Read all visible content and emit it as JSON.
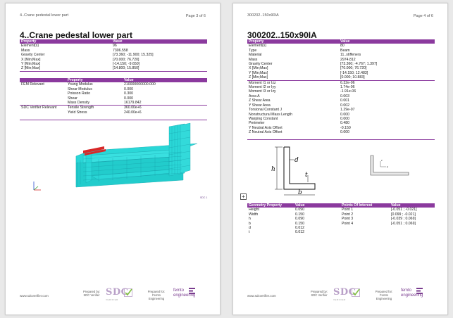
{
  "pages": [
    {
      "header_left": "4..Crane pedestal lower part",
      "header_right": "Page 3 of 6",
      "title": "4..Crane pedestal lower part",
      "table1": {
        "headers": [
          "Property",
          "Value"
        ],
        "rows": [
          [
            "Element(s)",
            "96"
          ],
          [
            "Mass",
            "7306.558"
          ],
          [
            "Gravity Center",
            "[73.360; -11.900; 15.325]"
          ],
          [
            "X [Min;Max]",
            "[70.000; 76.720]"
          ],
          [
            "Y [Min;Max]",
            "[-14.150; -9.650]"
          ],
          [
            "Z [Min;Max]",
            "[14.800; 15.850]"
          ]
        ]
      },
      "table2": {
        "headers": [
          "",
          "Property",
          "Value"
        ],
        "rows": [
          [
            "FEM Relevant",
            "Young Modulus",
            "210000000000.000"
          ],
          [
            "",
            "Shear Modulus",
            "0.000"
          ],
          [
            "",
            "Poisson Ratio",
            "0.300"
          ],
          [
            "",
            "Shear",
            "0.000"
          ],
          [
            "",
            "Mass Density",
            "16179.842"
          ],
          [
            "SDC Verifier Relevant",
            "Tensile Strength",
            "360.00e+6"
          ],
          [
            "",
            "Yield Stress",
            "240.00e+6"
          ]
        ]
      },
      "view_label": "SDC 1"
    },
    {
      "header_left": "300202..150x90IA",
      "header_right": "Page 4 of 6",
      "title": "300202..150x90IA",
      "table1": {
        "headers": [
          "Property",
          "Value"
        ],
        "rows": [
          [
            "Element(s)",
            "80"
          ],
          [
            "Type",
            "Beam"
          ],
          [
            "Material",
            "11..stiffeners"
          ],
          [
            "Mass",
            "2974.812"
          ],
          [
            "Gravity Center",
            "[73.360; -4.767; 1.397]"
          ],
          [
            "X [Min;Max]",
            "[70.000; 76.720]"
          ],
          [
            "Y [Min;Max]",
            "[-14.150; 12.483]"
          ],
          [
            "Z [Min;Max]",
            "[0.000; 10.883]"
          ],
          [
            "Moment I1 or Izz",
            "6.32e-06"
          ],
          [
            "Moment I2 or Iyy",
            "1.74e-06"
          ],
          [
            "Moment I3 or Izy",
            "-1.91e-06"
          ],
          [
            "Area A",
            "0.003"
          ],
          [
            "Z Shear Area",
            "0.001"
          ],
          [
            "Y Shear Area",
            "0.002"
          ],
          [
            "Torsional Constant J",
            "1.29e-07"
          ],
          [
            "Nonstructural Mass Length",
            "0.000"
          ],
          [
            "Warping Constant",
            "0.000"
          ],
          [
            "Perimeter",
            "0.480"
          ],
          [
            "Y Neutral Axis Offset",
            "-0.150"
          ],
          [
            "Z Neutral Axis Offset",
            "0.000"
          ]
        ]
      },
      "section_labels": {
        "h": "h",
        "d": "d",
        "t": "t",
        "b": "b"
      },
      "section_axes": [
        "z",
        "y"
      ],
      "table2": {
        "headers": [
          "Geometry Property",
          "Value",
          "Points Of Interest",
          "Value"
        ],
        "rows": [
          [
            "Height",
            "0.090",
            "Point 1",
            "[-0.051 ; -0.021]"
          ],
          [
            "Width",
            "0.150",
            "Point 2",
            "[0.099 ; -0.021]"
          ],
          [
            "h",
            "0.090",
            "Point 3",
            "[-0.039 ; 0.069]"
          ],
          [
            "b",
            "0.150",
            "Point 4",
            "[-0.051 ; 0.069]"
          ],
          [
            "d",
            "0.012",
            "",
            ""
          ],
          [
            "t",
            "0.012",
            "",
            ""
          ]
        ]
      },
      "expand_symbol": "+"
    }
  ],
  "footer": {
    "url": "www.sdcverifier.com",
    "prepared_by": "Prepared by:",
    "prepared_by_name": "SDC Verifier",
    "sdc_logo": "SDC",
    "sdc_sub": "VERIFIER",
    "prepared_for": "Prepared for:",
    "prepared_for_name1": "Femto",
    "prepared_for_name2": "Engineering",
    "femto_logo1": "femto",
    "femto_logo2": "engineering"
  },
  "colors": {
    "accent": "#8b3a9e",
    "mesh": "#2ad7d7",
    "load": "#d82828"
  }
}
